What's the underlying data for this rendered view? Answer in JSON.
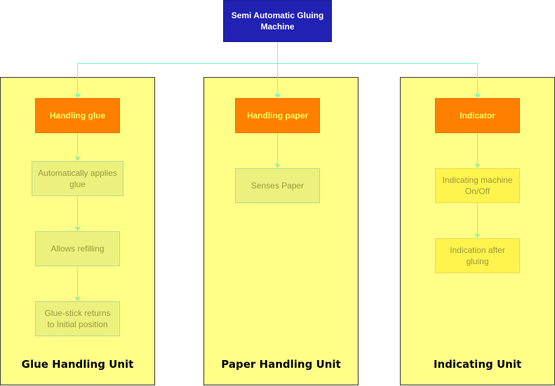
{
  "root": {
    "label": "Semi Automatic Gluing Machine"
  },
  "units": [
    {
      "label": "Glue Handling Unit",
      "head": "Handling glue",
      "steps": [
        "Automatically applies glue",
        "Allows refilling",
        "Glue-stick returns to Initial position"
      ]
    },
    {
      "label": "Paper Handling Unit",
      "head": "Handling paper",
      "steps": [
        "Senses Paper"
      ]
    },
    {
      "label": "Indicating Unit",
      "head": "Indicator",
      "steps": [
        "Indicating machine On/Off",
        "Indication after gluing"
      ]
    }
  ],
  "colors": {
    "root_fill": "#2121b3",
    "head_fill": "#ff8000",
    "unit_fill": "#ffff88",
    "connector": "#66ffcc",
    "connector_green": "#99ee99"
  }
}
